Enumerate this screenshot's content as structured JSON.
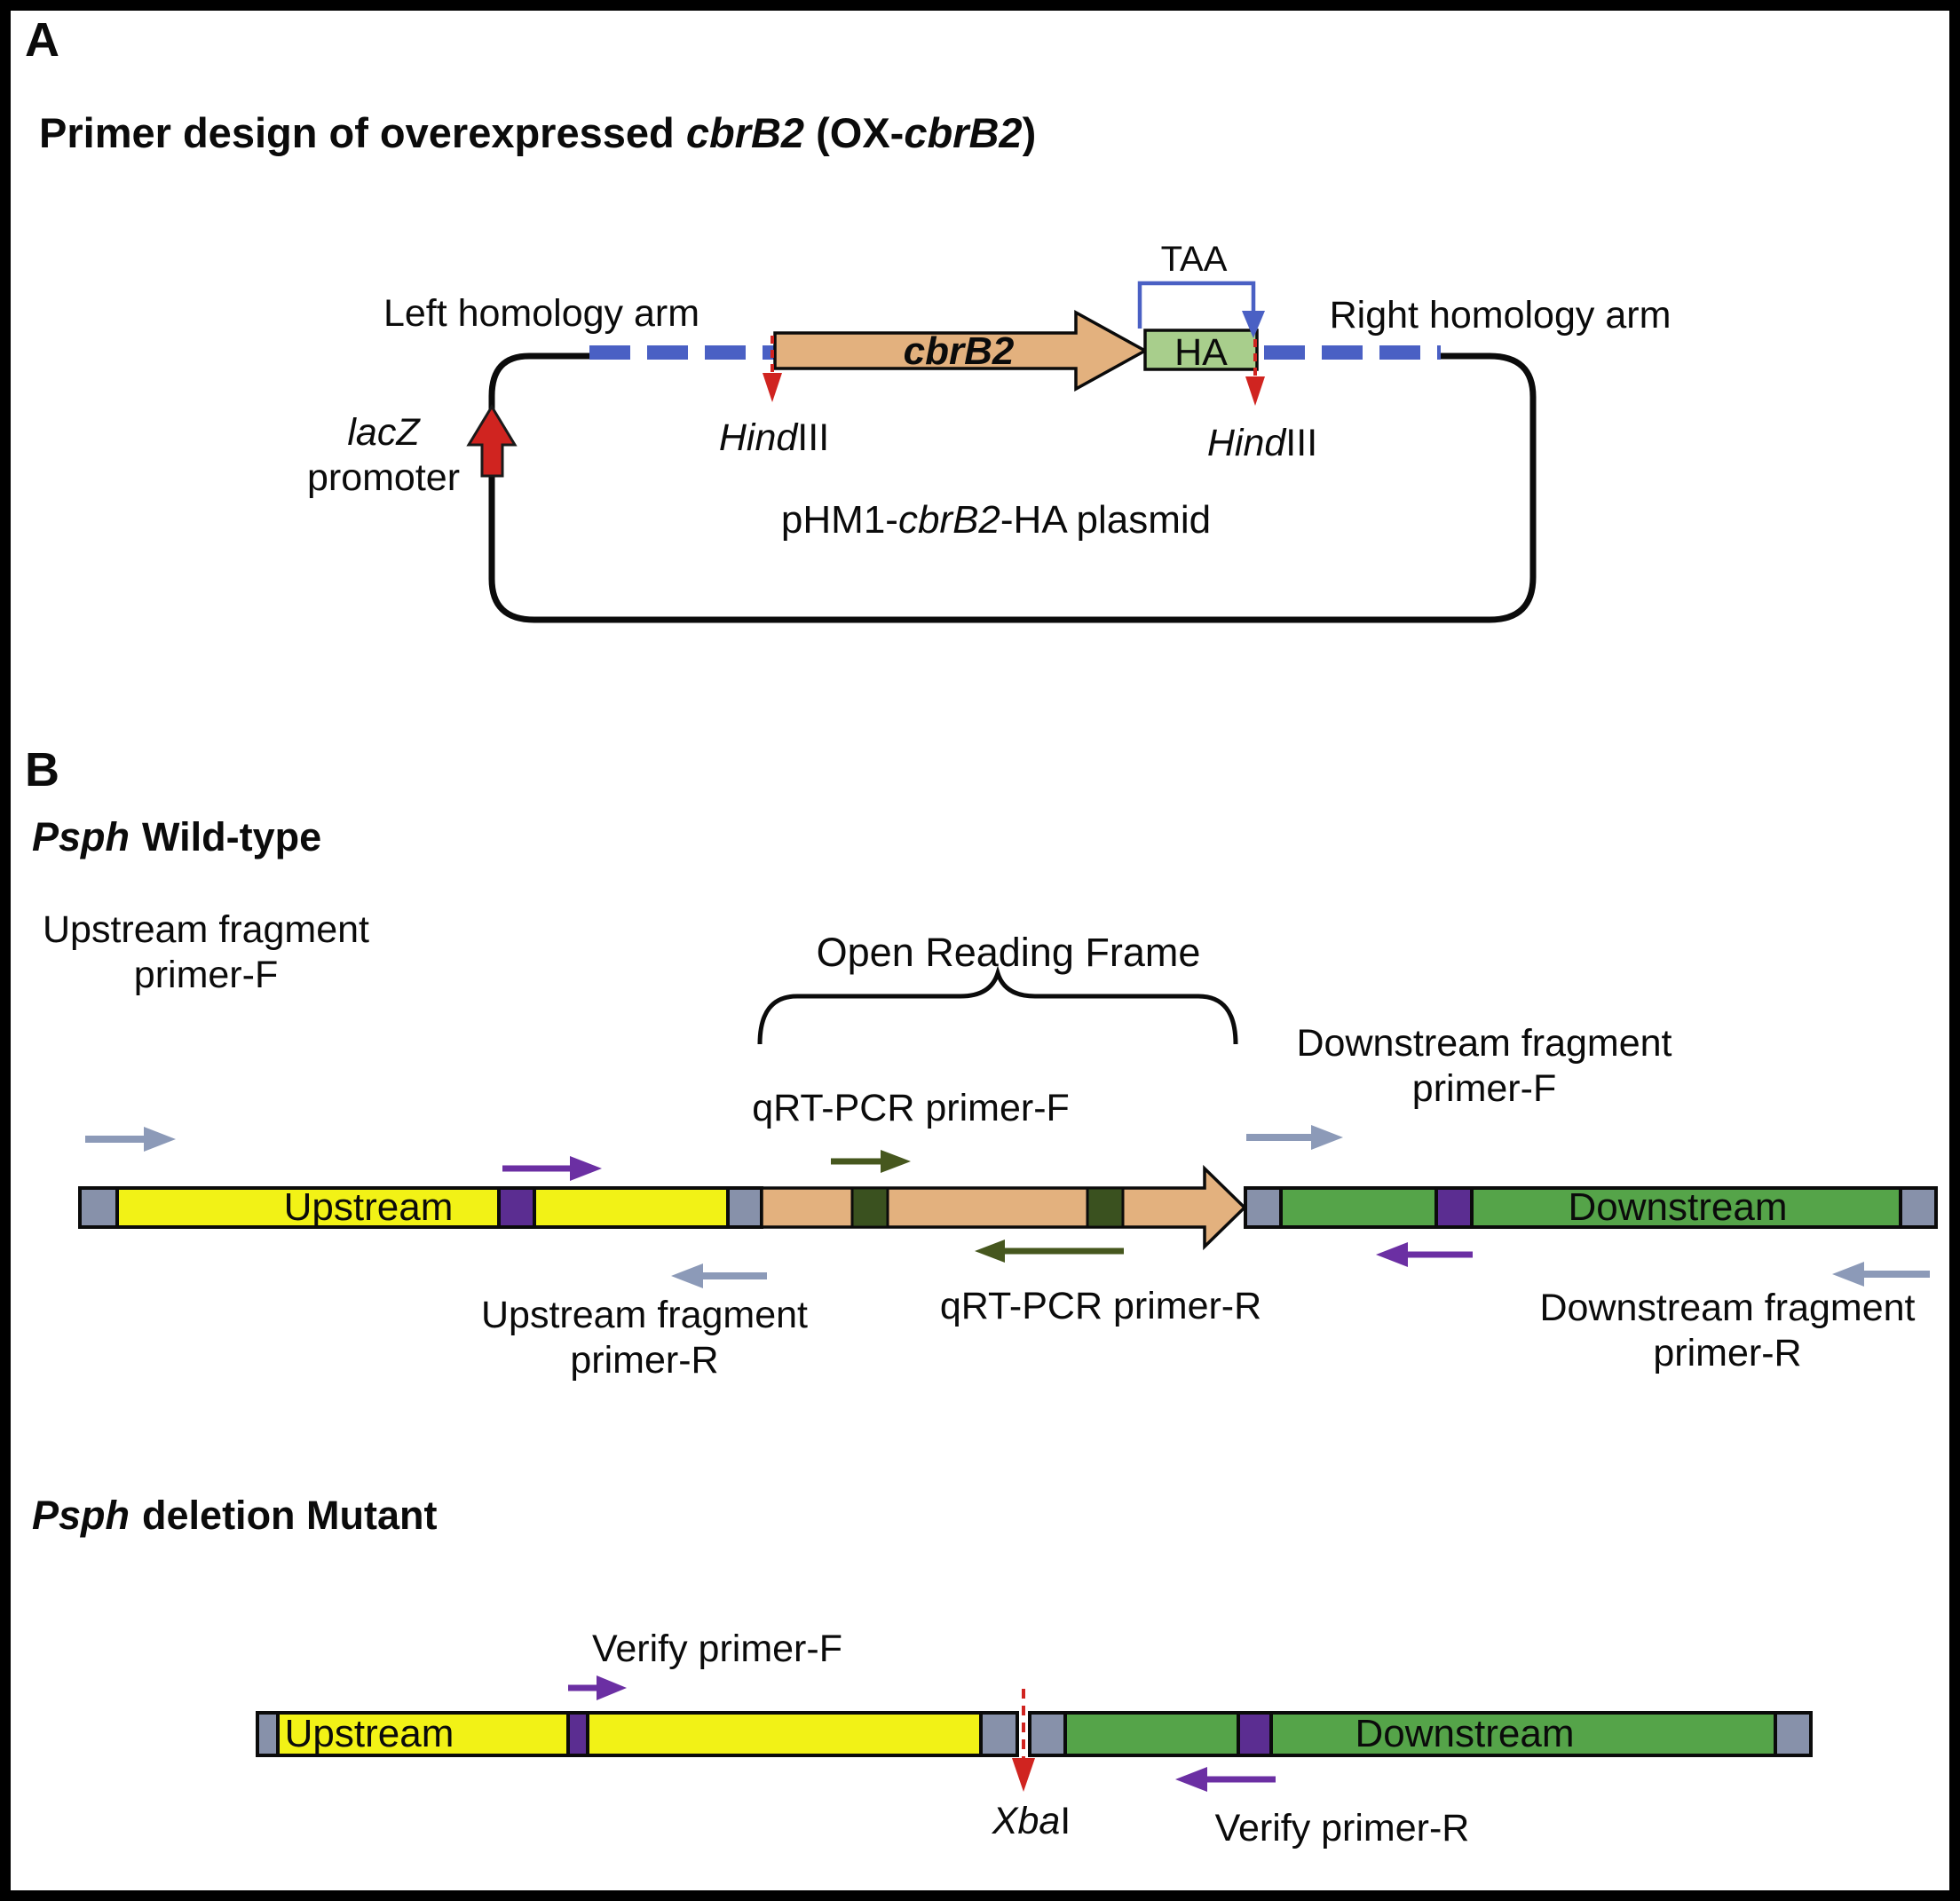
{
  "colors": {
    "tan": "#E3B17E",
    "ha_green": "#A8CE8C",
    "dash_blue": "#4A60C4",
    "red": "#D02420",
    "yellow": "#F2F216",
    "purple_segment": "#5B2D91",
    "purple_arrow": "#6B2FA3",
    "gray_segment": "#8791AA",
    "gray_arrow": "#8C9AB8",
    "green": "#55A449",
    "dark_olive_segment": "#3A511F",
    "olive_arrow": "#46571E"
  },
  "panel_a": {
    "label": "A",
    "title": {
      "pre": "Primer design of overexpressed ",
      "gene": "cbrB2",
      "mid": " (OX-",
      "gene2": "cbrB2",
      "post": ")"
    },
    "left_homology_arm": "Left homology arm",
    "right_homology_arm": "Right homology arm",
    "taa": "TAA",
    "gene_arrow_label": "cbrB2",
    "ha_tag_label": "HA",
    "lacz_promoter": {
      "line1": "lacZ",
      "line2": "promoter"
    },
    "hindiii_left": {
      "italic": "Hind",
      "roman": "III"
    },
    "hindiii_right": {
      "italic": "Hind",
      "roman": "III"
    },
    "plasmid_label": {
      "pre": "pHM1-",
      "gene": "cbrB2",
      "post": "-HA plasmid"
    }
  },
  "panel_b": {
    "label": "B",
    "wildtype_heading": {
      "species": "Psph",
      "rest": "Wild-type"
    },
    "orf_label": "Open Reading Frame",
    "wt_bar": {
      "upstream": "Upstream",
      "downstream": "Downstream"
    },
    "primer_labels": {
      "upstream_f_line1": "Upstream fragment",
      "upstream_f_line2": "primer-F",
      "upstream_r_line1": "Upstream fragment",
      "upstream_r_line2": "primer-R",
      "qrt_f": "qRT-PCR primer-F",
      "qrt_r": "qRT-PCR primer-R",
      "downstream_f_line1": "Downstream fragment",
      "downstream_f_line2": "primer-F",
      "downstream_r_line1": "Downstream fragment",
      "downstream_r_line2": "primer-R"
    },
    "mutant_heading": {
      "species": "Psph",
      "rest": "deletion Mutant"
    },
    "mutant_bar": {
      "upstream": "Upstream",
      "downstream": "Downstream"
    },
    "verify_f": "Verify primer-F",
    "verify_r": "Verify primer-R",
    "xbai": {
      "italic": "Xba",
      "roman": "I"
    }
  }
}
